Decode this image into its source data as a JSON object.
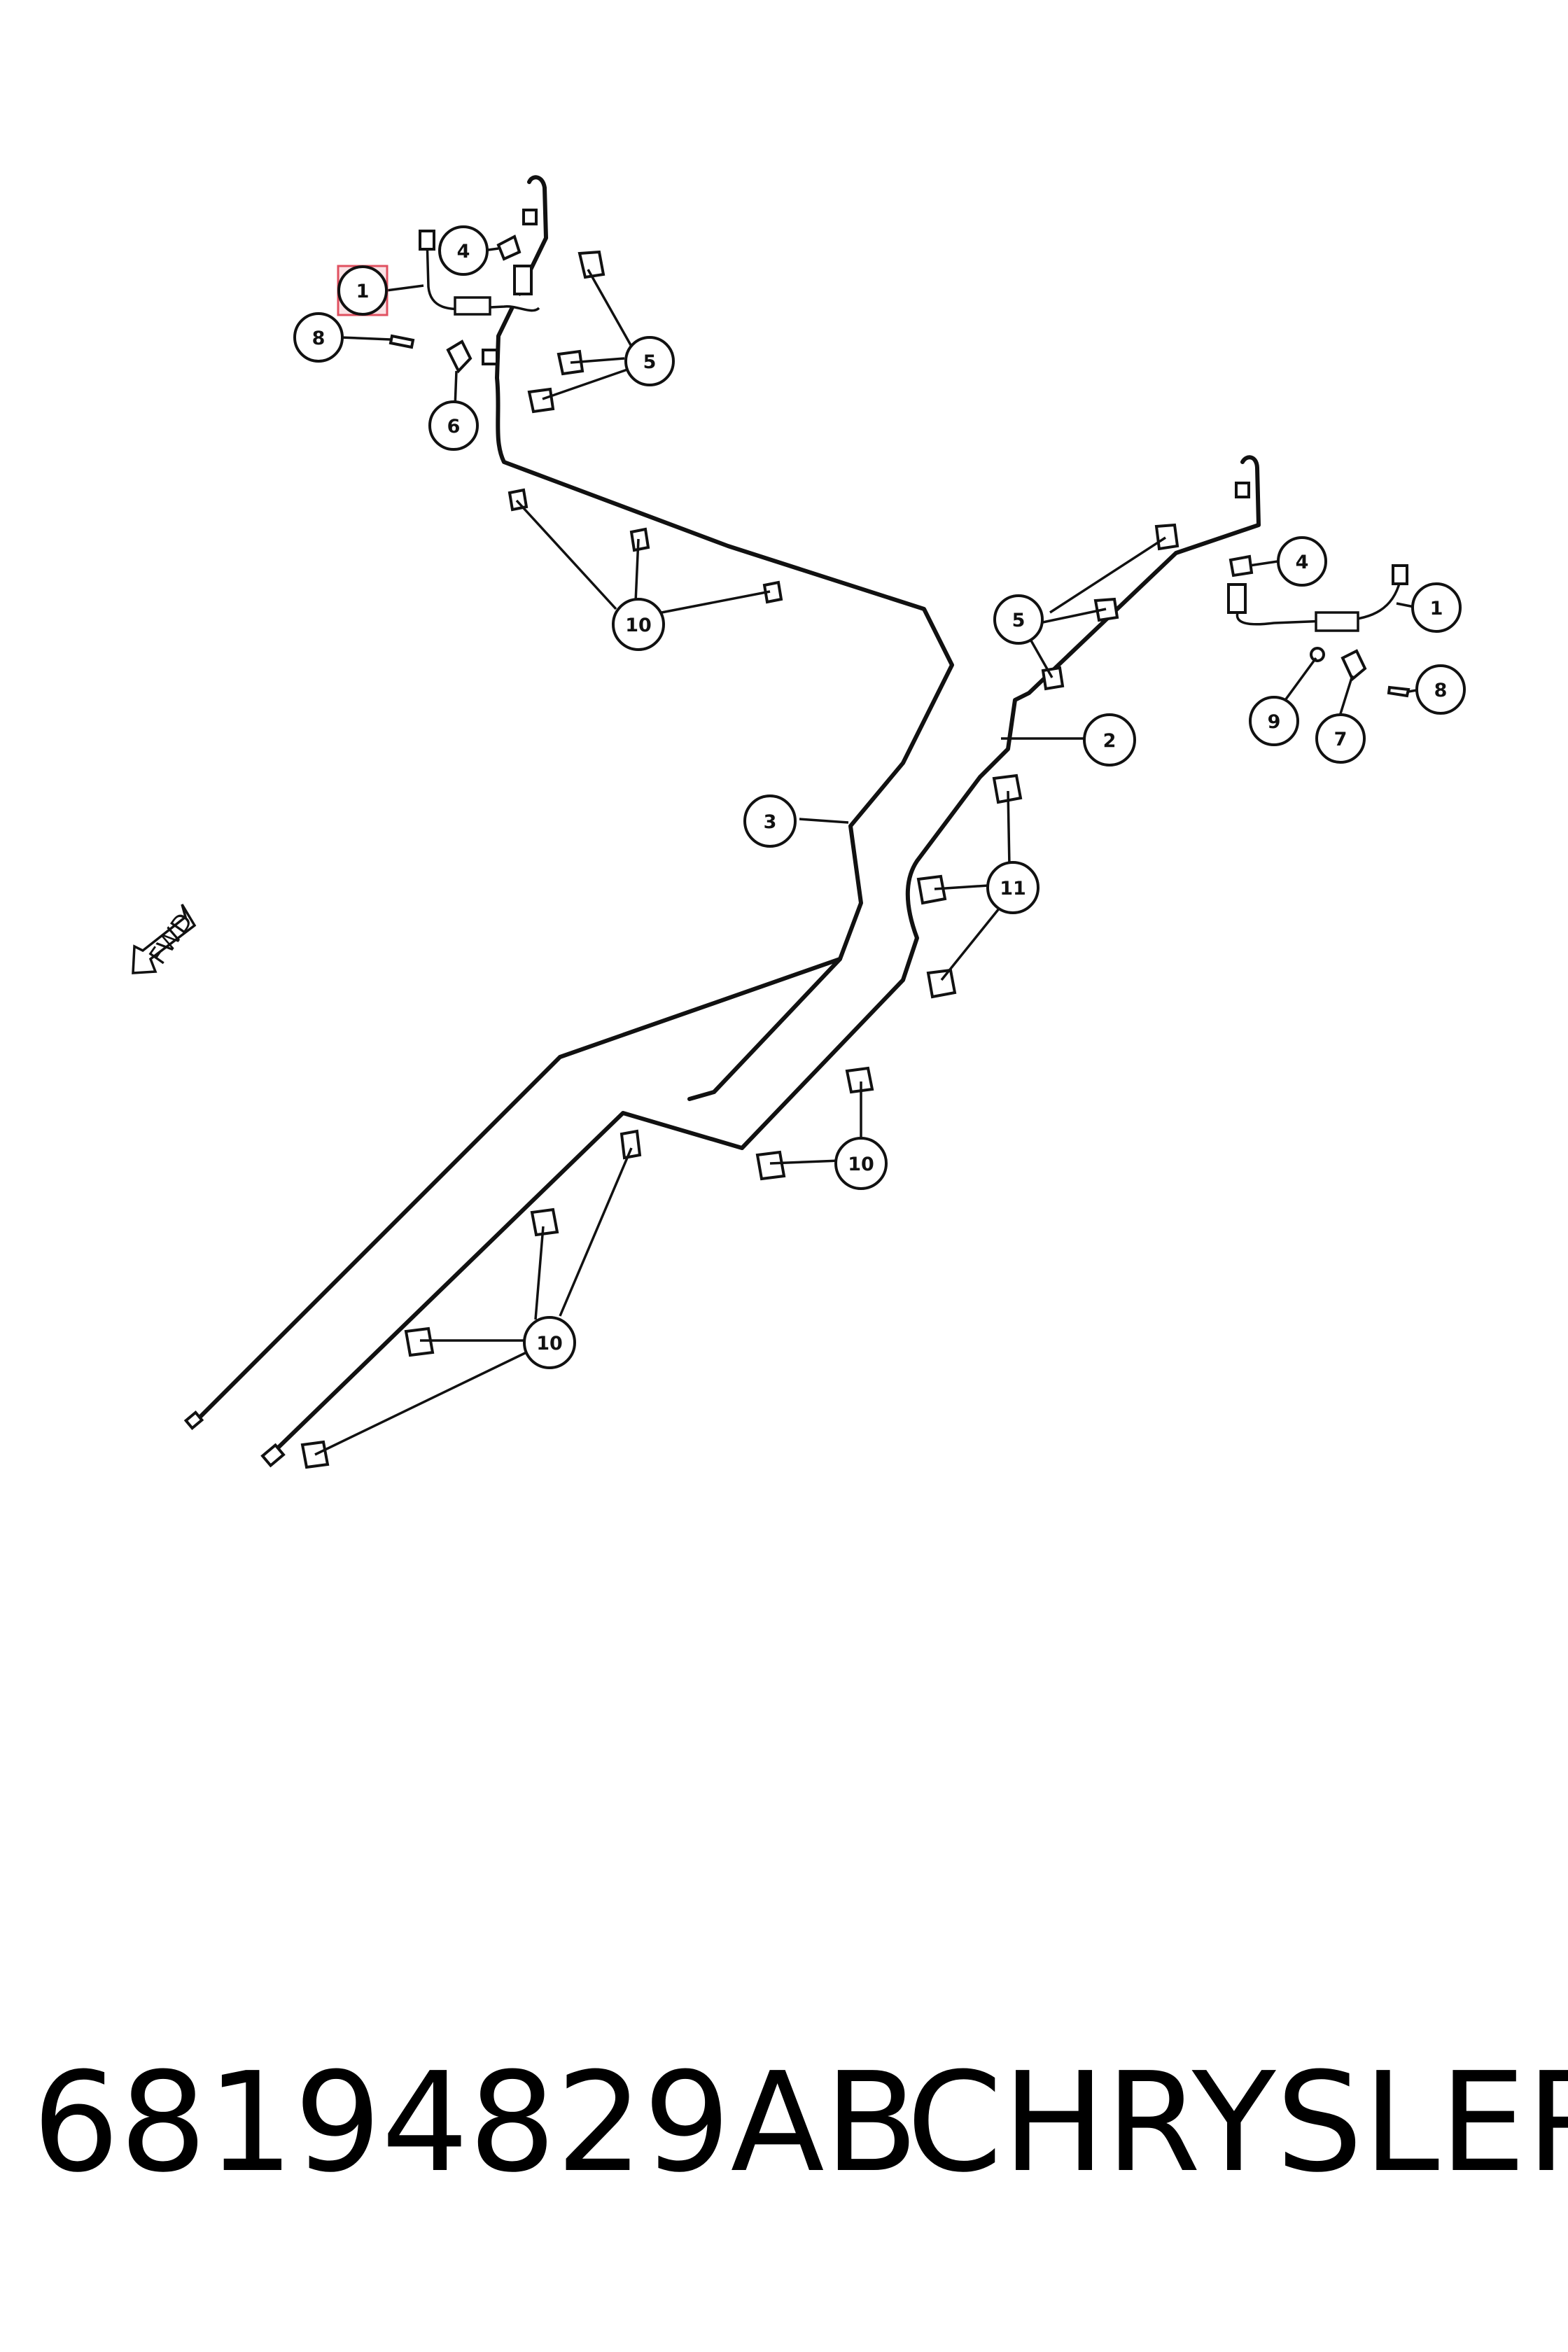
{
  "diagram": {
    "callouts": [
      "1",
      "2",
      "3",
      "4",
      "5",
      "6",
      "7",
      "8",
      "9",
      "10",
      "11"
    ],
    "direction_label": "FWD",
    "highlight_color": "#e05060"
  },
  "footer": {
    "part_number": "68194829AB",
    "brand": "CHRYSLER"
  }
}
